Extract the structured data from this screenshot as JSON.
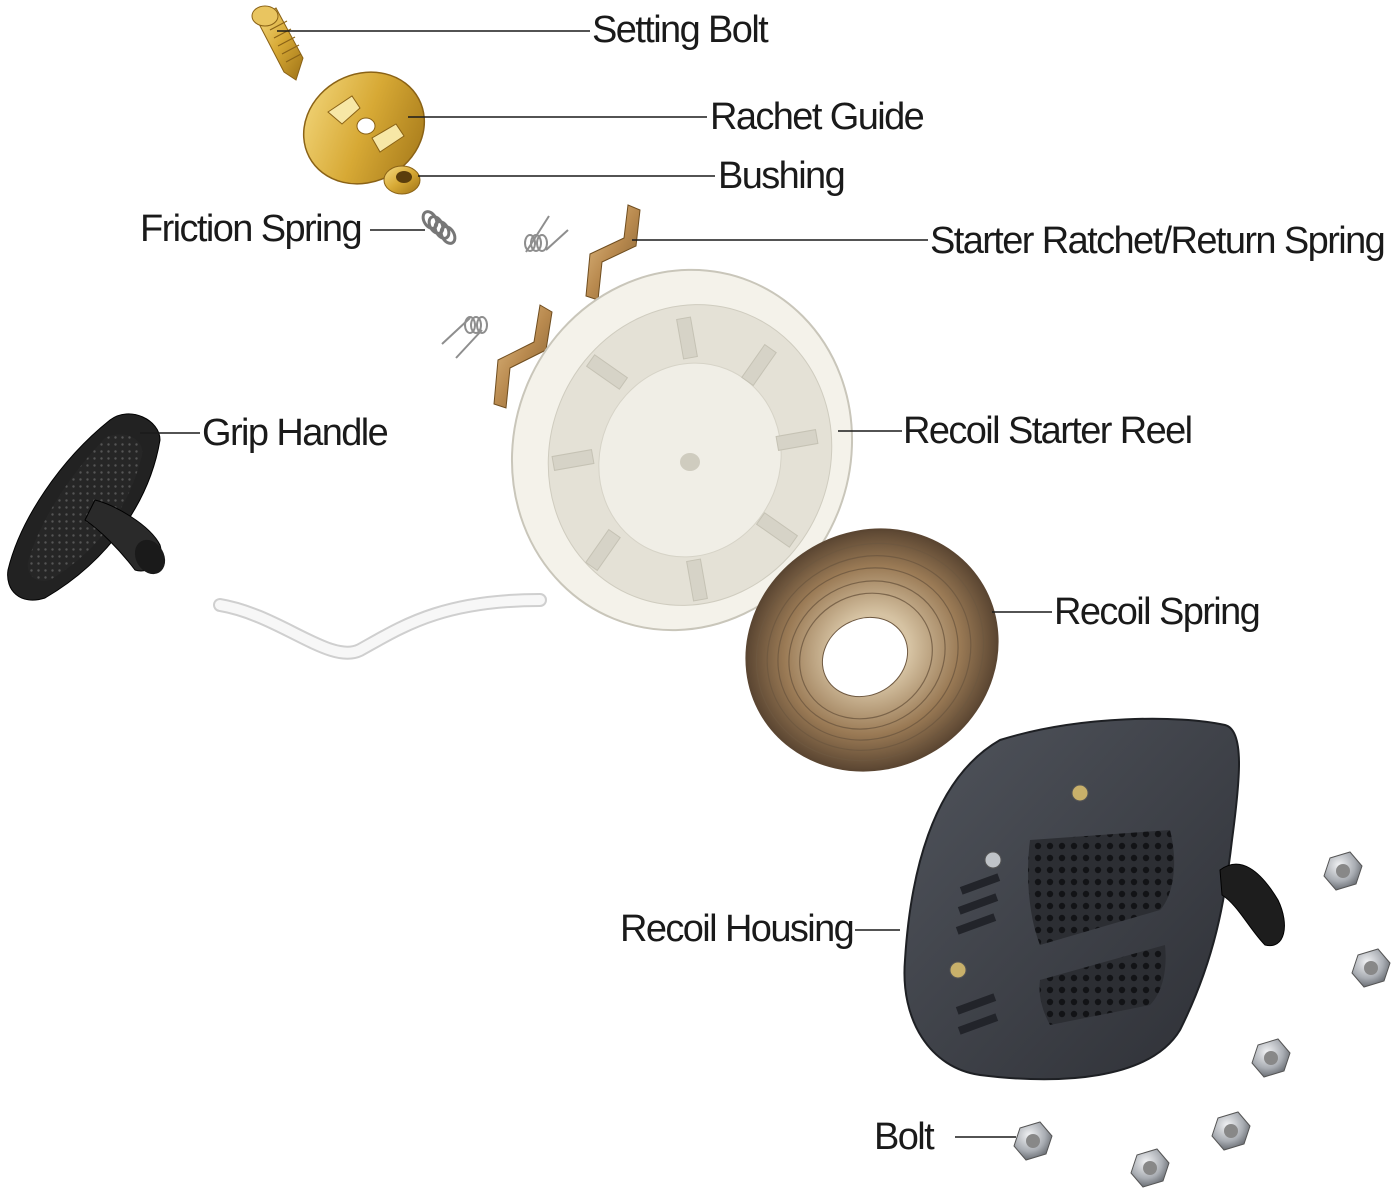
{
  "labels": {
    "setting_bolt": "Setting Bolt",
    "rachet_guide": "Rachet Guide",
    "bushing": "Bushing",
    "friction_spring": "Friction Spring",
    "starter_ratchet": "Starter Ratchet/Return Spring",
    "grip_handle": "Grip Handle",
    "recoil_starter_reel": "Recoil Starter Reel",
    "recoil_spring": "Recoil Spring",
    "recoil_housing": "Recoil Housing",
    "bolt": "Bolt"
  },
  "colors": {
    "brass": "#d4a93a",
    "copper": "#b98a4f",
    "reel": "#ece9df",
    "spring_coil": "#9a7a55",
    "housing": "#3d4048",
    "handle": "#222222",
    "steel": "#a9adb3",
    "leader_line": "#1a1a1a"
  }
}
